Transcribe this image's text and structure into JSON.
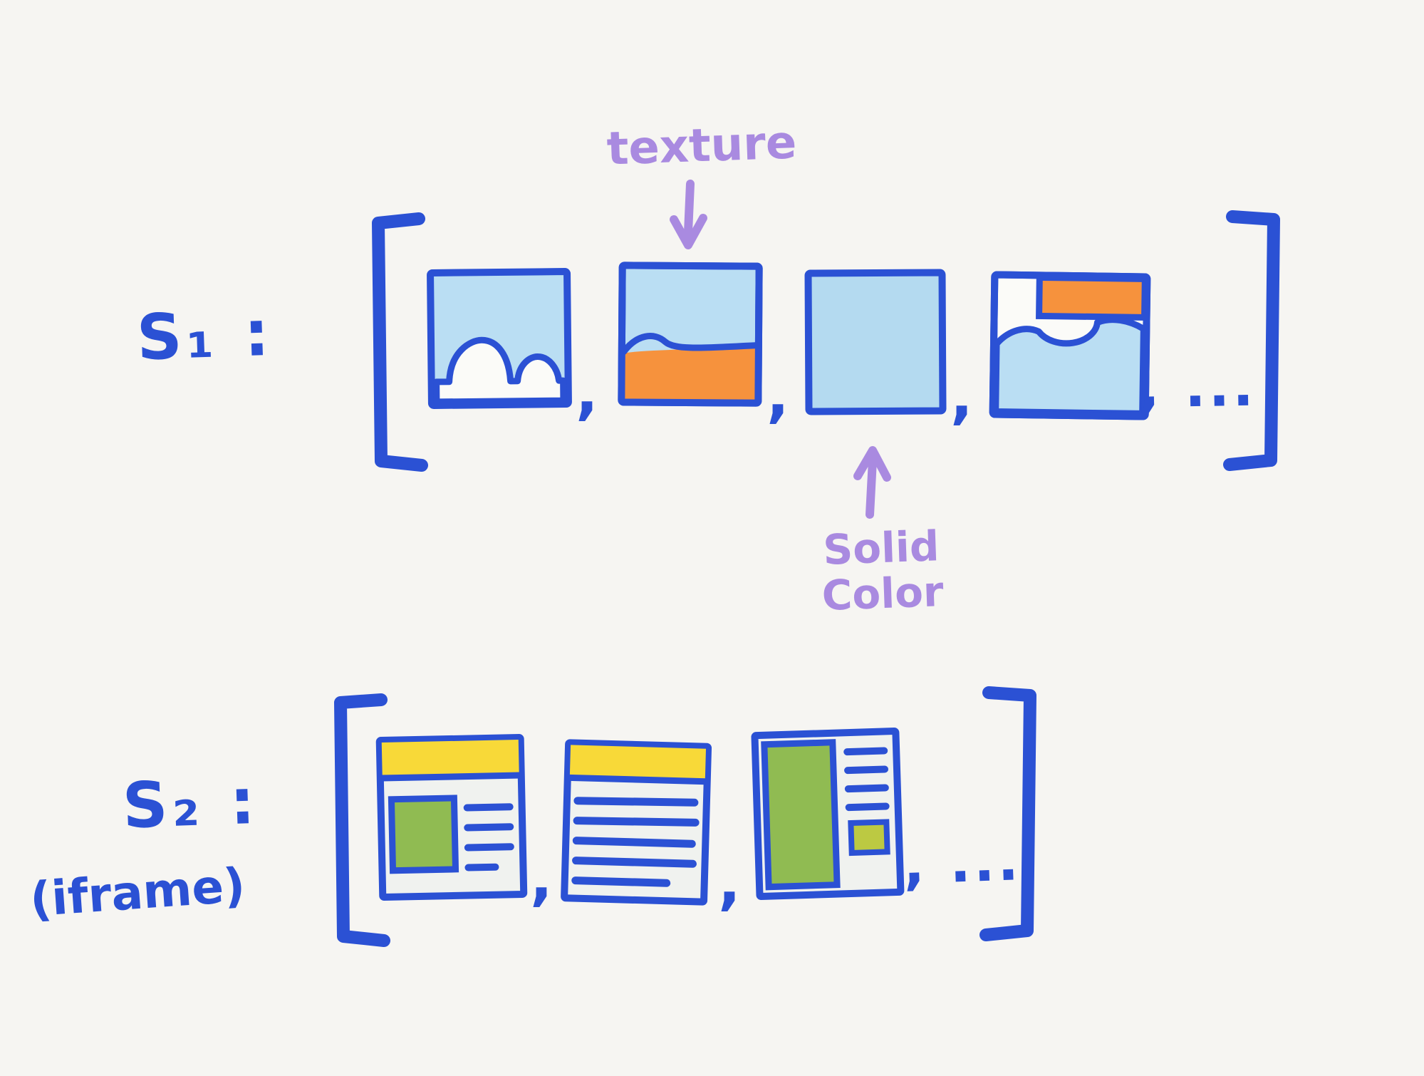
{
  "palette": {
    "ink_blue": "#2b51d4",
    "light_blue": "#badef3",
    "orange": "#f6923d",
    "yellow": "#f8d938",
    "green": "#90bb52",
    "olive": "#bcc942",
    "purple": "#a98ae0",
    "background": "#f6f5f2",
    "page_fill": "#f0f2ef"
  },
  "set1": {
    "label": "S₁ :",
    "comma": ",",
    "ellipsis": ", ...",
    "annotation_texture": "texture",
    "annotation_solid": "Solid\nColor",
    "items": [
      "photo-with-clouds",
      "photo-with-texture-band",
      "solid-color-swatch",
      "photo-with-shirt"
    ]
  },
  "set2": {
    "label": "S₂ :",
    "sublabel": "(iframe)",
    "comma": ",",
    "ellipsis": ", ...",
    "items": [
      "webpage-image-left-text-right",
      "webpage-text-lines",
      "webpage-sidebar-image"
    ]
  }
}
